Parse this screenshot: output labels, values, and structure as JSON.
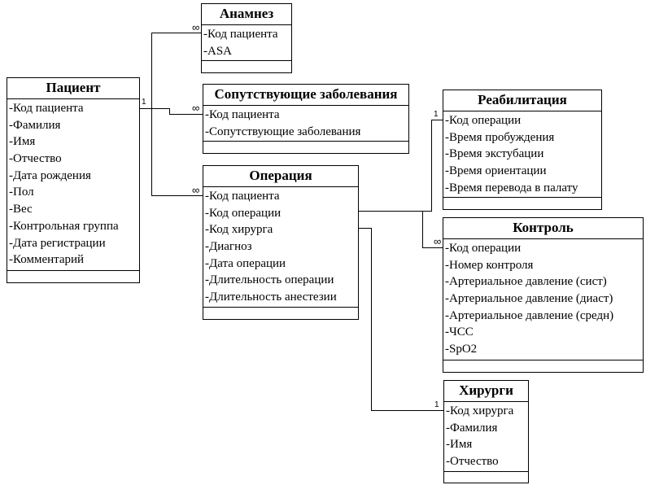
{
  "entities": {
    "patient": {
      "title": "Пациент",
      "attributes": [
        "-Код пациента",
        "-Фамилия",
        "-Имя",
        "-Отчество",
        "-Дата рождения",
        "-Пол",
        "-Вес",
        "-Контрольная группа",
        "-Дата регистрации",
        "-Комментарий"
      ]
    },
    "anamnesis": {
      "title": "Анамнез",
      "attributes": [
        "-Код пациента",
        "-ASA"
      ]
    },
    "comorbidities": {
      "title": "Сопутствующие заболевания",
      "attributes": [
        "-Код пациента",
        "-Сопутствующие заболевания"
      ]
    },
    "operation": {
      "title": "Операция",
      "attributes": [
        "-Код пациента",
        "-Код операции",
        "-Код хирурга",
        "-Диагноз",
        "-Дата операции",
        "-Длительность операции",
        "-Длительность анестезии"
      ]
    },
    "rehabilitation": {
      "title": "Реабилитация",
      "attributes": [
        "-Код операции",
        "-Время пробуждения",
        "-Время экстубации",
        "-Время ориентации",
        "-Время перевода в палату"
      ]
    },
    "control": {
      "title": "Контроль",
      "attributes": [
        "-Код операции",
        "-Номер контроля",
        "-Артериальное давление (сист)",
        "-Артериальное давление (диаст)",
        "-Артериальное давление (средн)",
        "-ЧСС",
        "-SpO2"
      ]
    },
    "surgeons": {
      "title": "Хирурги",
      "attributes": [
        "-Код хирурга",
        "-Фамилия",
        "-Имя",
        "-Отчество"
      ]
    }
  },
  "relationships": [
    {
      "from": "patient",
      "to": "anamnesis",
      "from_card": "1",
      "to_card": "∞"
    },
    {
      "from": "patient",
      "to": "comorbidities",
      "from_card": "1",
      "to_card": "∞"
    },
    {
      "from": "patient",
      "to": "operation",
      "from_card": "1",
      "to_card": "∞"
    },
    {
      "from": "operation",
      "to": "rehabilitation",
      "from_card": "",
      "to_card": "1"
    },
    {
      "from": "operation",
      "to": "control",
      "from_card": "",
      "to_card": "∞"
    },
    {
      "from": "operation",
      "to": "surgeons",
      "from_card": "",
      "to_card": "1"
    }
  ]
}
